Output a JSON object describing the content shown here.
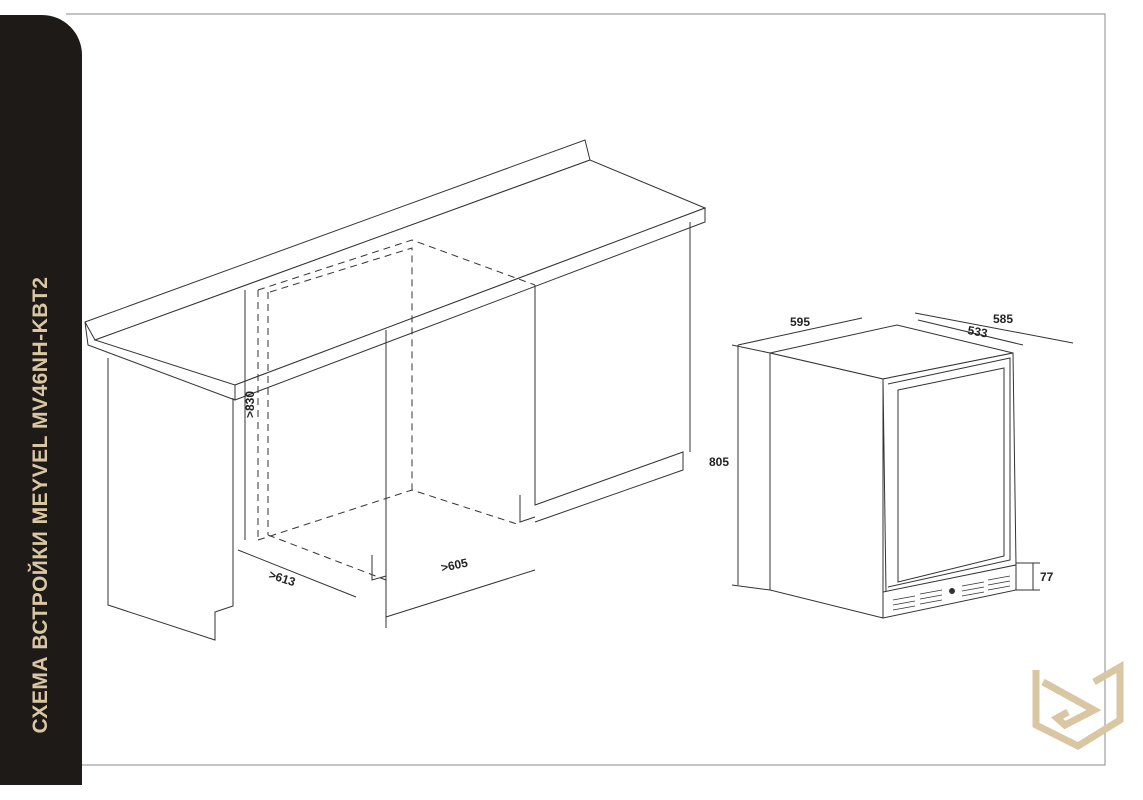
{
  "title": "СХЕМА ВСТРОЙКИ MEYVEL  MV46NH-KBT2",
  "niche_dimensions": {
    "height": ">830",
    "depth": ">613",
    "width": ">605"
  },
  "appliance_dimensions": {
    "width": "595",
    "depth_total": "585",
    "depth_body": "533",
    "height": "805",
    "plinth": "77"
  },
  "colors": {
    "band": "#1d1a17",
    "accent": "#d9c6a3",
    "line": "#333333"
  }
}
